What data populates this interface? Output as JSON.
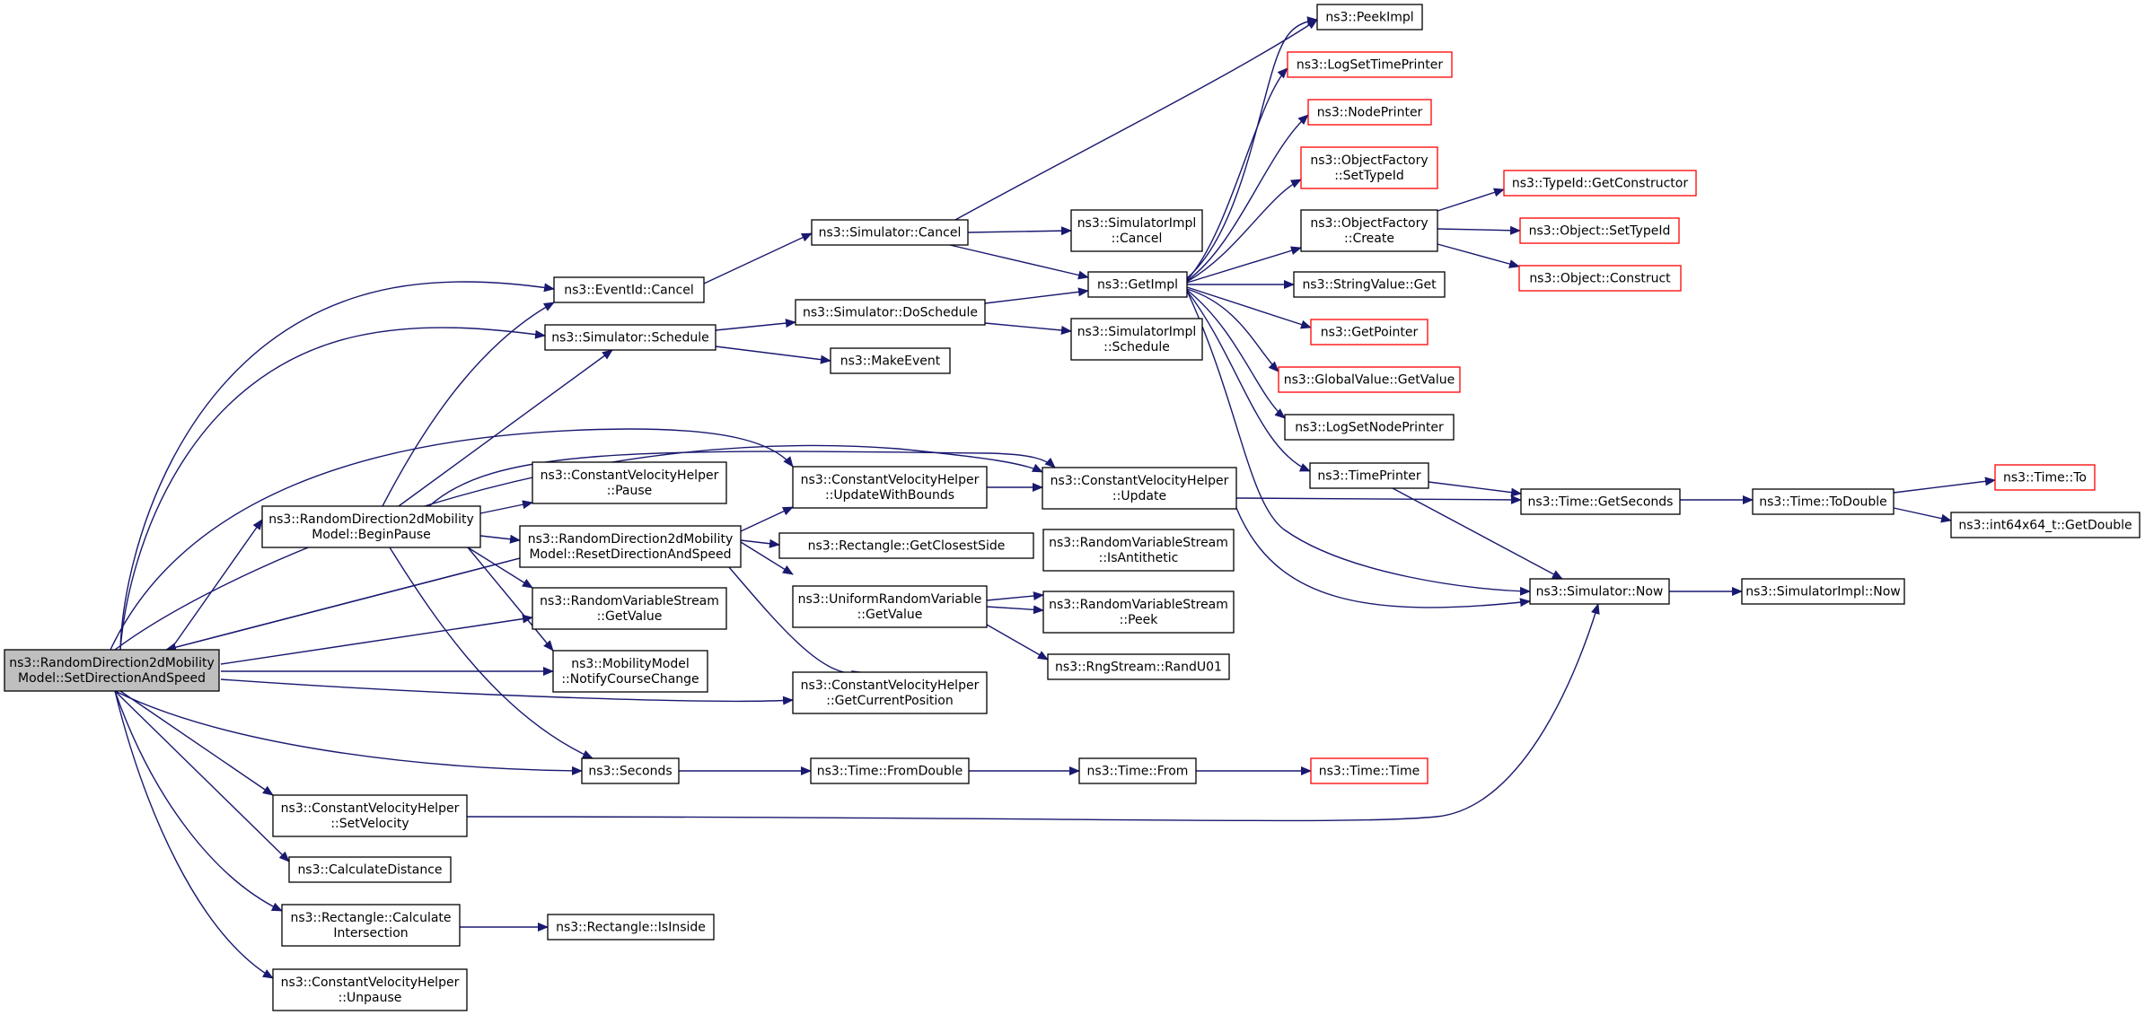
{
  "diagram": {
    "colors": {
      "edge": "#191970",
      "node_border": "#000000",
      "external_border": "#ff0000",
      "root_fill": "#bfbfbf",
      "node_fill": "#ffffff"
    },
    "nodes": [
      {
        "id": "root",
        "lines": [
          "ns3::RandomDirection2dMobility",
          "Model::SetDirectionAndSpeed"
        ],
        "style": "root"
      },
      {
        "id": "beginpause",
        "lines": [
          "ns3::RandomDirection2dMobility",
          "Model::BeginPause"
        ],
        "style": "normal"
      },
      {
        "id": "eventcancel",
        "lines": [
          "ns3::EventId::Cancel"
        ],
        "style": "normal"
      },
      {
        "id": "simschedule",
        "lines": [
          "ns3::Simulator::Schedule"
        ],
        "style": "normal"
      },
      {
        "id": "cvhpause",
        "lines": [
          "ns3::ConstantVelocityHelper",
          "::Pause"
        ],
        "style": "normal"
      },
      {
        "id": "resetdir",
        "lines": [
          "ns3::RandomDirection2dMobility",
          "Model::ResetDirectionAndSpeed"
        ],
        "style": "normal"
      },
      {
        "id": "rvsgetvalue",
        "lines": [
          "ns3::RandomVariableStream",
          "::GetValue"
        ],
        "style": "normal"
      },
      {
        "id": "notify",
        "lines": [
          "ns3::MobilityModel",
          "::NotifyCourseChange"
        ],
        "style": "normal"
      },
      {
        "id": "seconds",
        "lines": [
          "ns3::Seconds"
        ],
        "style": "normal"
      },
      {
        "id": "setvelocity",
        "lines": [
          "ns3::ConstantVelocityHelper",
          "::SetVelocity"
        ],
        "style": "normal"
      },
      {
        "id": "calcdist",
        "lines": [
          "ns3::CalculateDistance"
        ],
        "style": "normal"
      },
      {
        "id": "rectcalc",
        "lines": [
          "ns3::Rectangle::Calculate",
          "Intersection"
        ],
        "style": "normal"
      },
      {
        "id": "unpause",
        "lines": [
          "ns3::ConstantVelocityHelper",
          "::Unpause"
        ],
        "style": "normal"
      },
      {
        "id": "simcancel",
        "lines": [
          "ns3::Simulator::Cancel"
        ],
        "style": "normal"
      },
      {
        "id": "simdosched",
        "lines": [
          "ns3::Simulator::DoSchedule"
        ],
        "style": "normal"
      },
      {
        "id": "makeevent",
        "lines": [
          "ns3::MakeEvent"
        ],
        "style": "normal"
      },
      {
        "id": "cvhupdbounds",
        "lines": [
          "ns3::ConstantVelocityHelper",
          "::UpdateWithBounds"
        ],
        "style": "normal"
      },
      {
        "id": "rectclosest",
        "lines": [
          "ns3::Rectangle::GetClosestSide"
        ],
        "style": "normal"
      },
      {
        "id": "urvgetvalue",
        "lines": [
          "ns3::UniformRandomVariable",
          "::GetValue"
        ],
        "style": "normal"
      },
      {
        "id": "cvhgetpos",
        "lines": [
          "ns3::ConstantVelocityHelper",
          "::GetCurrentPosition"
        ],
        "style": "normal"
      },
      {
        "id": "timefromdouble",
        "lines": [
          "ns3::Time::FromDouble"
        ],
        "style": "normal"
      },
      {
        "id": "rectisinside",
        "lines": [
          "ns3::Rectangle::IsInside"
        ],
        "style": "normal"
      },
      {
        "id": "simimplcancel",
        "lines": [
          "ns3::SimulatorImpl",
          "::Cancel"
        ],
        "style": "normal"
      },
      {
        "id": "getimpl",
        "lines": [
          "ns3::GetImpl"
        ],
        "style": "normal"
      },
      {
        "id": "simimplsched",
        "lines": [
          "ns3::SimulatorImpl",
          "::Schedule"
        ],
        "style": "normal"
      },
      {
        "id": "cvhupdate",
        "lines": [
          "ns3::ConstantVelocityHelper",
          "::Update"
        ],
        "style": "normal"
      },
      {
        "id": "rvsanti",
        "lines": [
          "ns3::RandomVariableStream",
          "::IsAntithetic"
        ],
        "style": "normal"
      },
      {
        "id": "rvspeek",
        "lines": [
          "ns3::RandomVariableStream",
          "::Peek"
        ],
        "style": "normal"
      },
      {
        "id": "randu01",
        "lines": [
          "ns3::RngStream::RandU01"
        ],
        "style": "normal"
      },
      {
        "id": "timefrom",
        "lines": [
          "ns3::Time::From"
        ],
        "style": "normal"
      },
      {
        "id": "peekimpl",
        "lines": [
          "ns3::PeekImpl"
        ],
        "style": "normal"
      },
      {
        "id": "logsettime",
        "lines": [
          "ns3::LogSetTimePrinter"
        ],
        "style": "external"
      },
      {
        "id": "nodeprinter",
        "lines": [
          "ns3::NodePrinter"
        ],
        "style": "external"
      },
      {
        "id": "ofsettypeid",
        "lines": [
          "ns3::ObjectFactory",
          "::SetTypeId"
        ],
        "style": "external"
      },
      {
        "id": "ofcreate",
        "lines": [
          "ns3::ObjectFactory",
          "::Create"
        ],
        "style": "normal"
      },
      {
        "id": "strvalget",
        "lines": [
          "ns3::StringValue::Get"
        ],
        "style": "normal"
      },
      {
        "id": "getpointer",
        "lines": [
          "ns3::GetPointer"
        ],
        "style": "external"
      },
      {
        "id": "gvgetvalue",
        "lines": [
          "ns3::GlobalValue::GetValue"
        ],
        "style": "external"
      },
      {
        "id": "logsetnode",
        "lines": [
          "ns3::LogSetNodePrinter"
        ],
        "style": "normal"
      },
      {
        "id": "timeprinter",
        "lines": [
          "ns3::TimePrinter"
        ],
        "style": "normal"
      },
      {
        "id": "simnow",
        "lines": [
          "ns3::Simulator::Now"
        ],
        "style": "normal"
      },
      {
        "id": "timetime",
        "lines": [
          "ns3::Time::Time"
        ],
        "style": "external"
      },
      {
        "id": "typeidctor",
        "lines": [
          "ns3::TypeId::GetConstructor"
        ],
        "style": "external"
      },
      {
        "id": "objsettypeid",
        "lines": [
          "ns3::Object::SetTypeId"
        ],
        "style": "external"
      },
      {
        "id": "objconstruct",
        "lines": [
          "ns3::Object::Construct"
        ],
        "style": "external"
      },
      {
        "id": "timegetsec",
        "lines": [
          "ns3::Time::GetSeconds"
        ],
        "style": "normal"
      },
      {
        "id": "timetodouble",
        "lines": [
          "ns3::Time::ToDouble"
        ],
        "style": "normal"
      },
      {
        "id": "simimplnow",
        "lines": [
          "ns3::SimulatorImpl::Now"
        ],
        "style": "normal"
      },
      {
        "id": "timeto",
        "lines": [
          "ns3::Time::To"
        ],
        "style": "external"
      },
      {
        "id": "int64getdouble",
        "lines": [
          "ns3::int64x64_t::GetDouble"
        ],
        "style": "normal"
      }
    ]
  }
}
